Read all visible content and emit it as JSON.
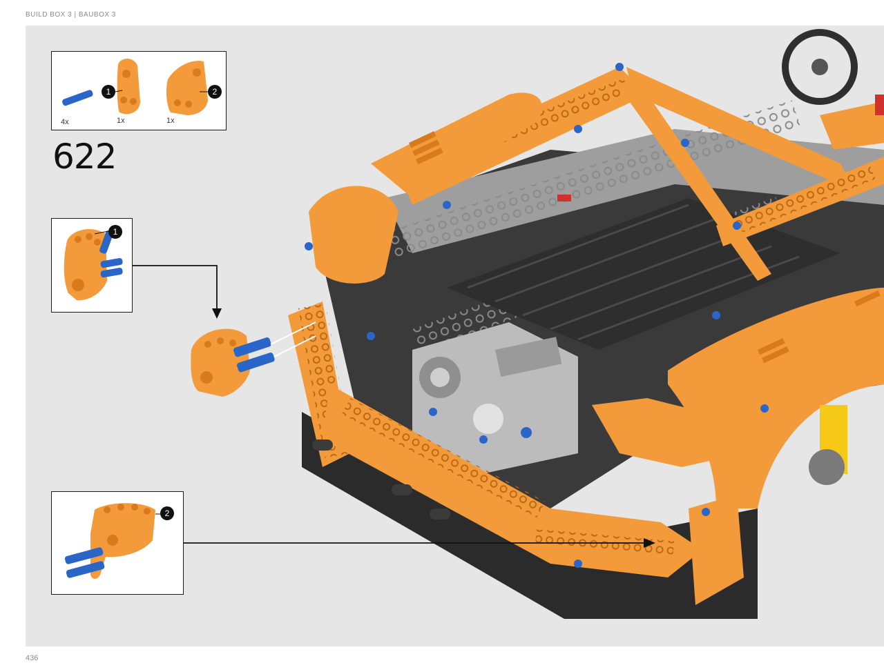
{
  "header": {
    "text": "BUILD BOX 3  |  BAUBOX 3"
  },
  "page": {
    "number": "436"
  },
  "step": {
    "number": "622"
  },
  "parts": [
    {
      "name": "blue-axle-pin",
      "quantity": "4x"
    },
    {
      "name": "orange-connector-1",
      "quantity": "1x",
      "badge": "1"
    },
    {
      "name": "orange-connector-2",
      "quantity": "1x",
      "badge": "2"
    }
  ],
  "callouts": [
    {
      "badge": "1"
    },
    {
      "badge": "2"
    }
  ],
  "colors": {
    "orange": "#f39a3a",
    "orange_dark": "#d97a1c",
    "blue": "#2a66c8",
    "dark_gray": "#333333",
    "light_gray": "#bdbdbd",
    "background": "#e6e6e6"
  }
}
